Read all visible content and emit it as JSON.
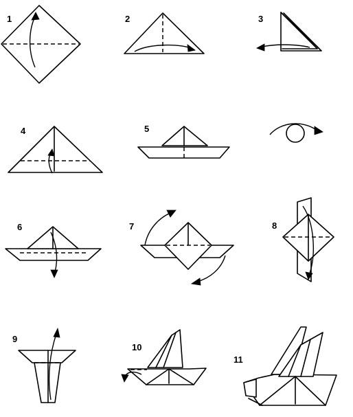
{
  "steps": [
    {
      "number": "1"
    },
    {
      "number": "2"
    },
    {
      "number": "3"
    },
    {
      "number": "4"
    },
    {
      "number": "5"
    },
    {
      "number": "6"
    },
    {
      "number": "7"
    },
    {
      "number": "8"
    },
    {
      "number": "9"
    },
    {
      "number": "10"
    },
    {
      "number": "11"
    }
  ],
  "icons": {
    "turn_over": "turn-over-icon",
    "fold_arrow": "fold-arrow-icon"
  }
}
